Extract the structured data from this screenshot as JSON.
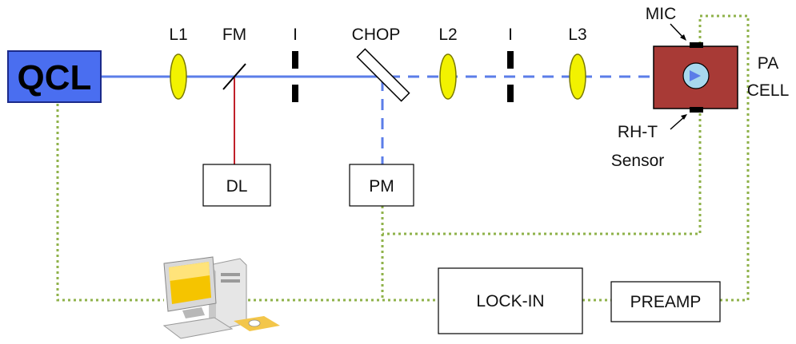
{
  "diagram": {
    "labels": {
      "qcl": "QCL",
      "l1": "L1",
      "fm": "FM",
      "iris1": "I",
      "chop": "CHOP",
      "l2": "L2",
      "iris2": "I",
      "l3": "L3",
      "mic": "MIC",
      "pa_cell_line1": "PA",
      "pa_cell_line2": "CELL",
      "rh_t_line1": "RH-T",
      "rh_t_line2": "Sensor",
      "dl": "DL",
      "pm": "PM",
      "lock_in": "LOCK-IN",
      "preamp": "PREAMP"
    },
    "icons": {
      "computer": "desktop-computer-icon"
    },
    "colors": {
      "qcl_fill": "#4a6ef0",
      "beam": "#5b7de8",
      "visible_laser": "#c0202a",
      "lens": "#f2f200",
      "pa_cell": "#a83a36",
      "signal_wire": "#8fb24a"
    }
  }
}
